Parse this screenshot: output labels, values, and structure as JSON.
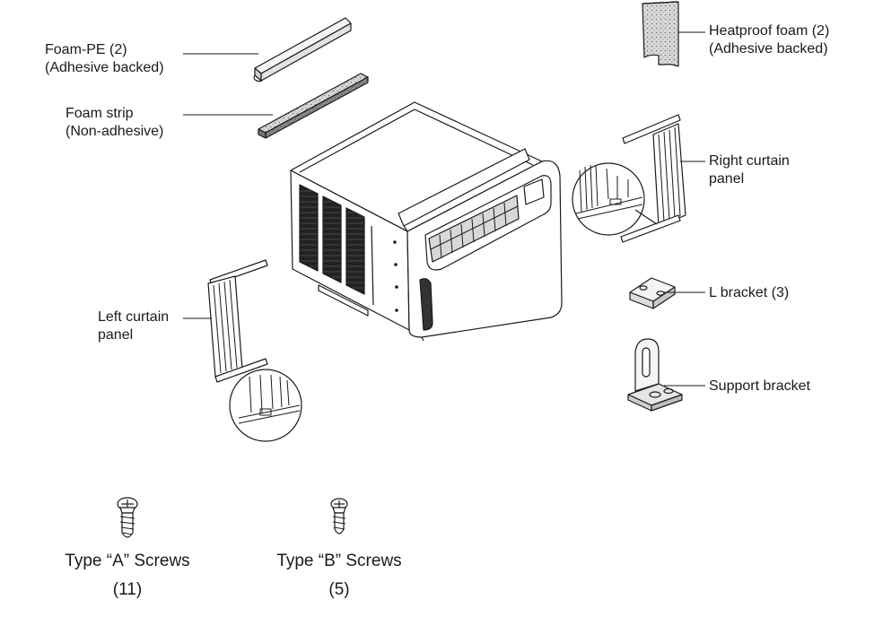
{
  "labels": {
    "foam_pe": [
      "Foam-PE (2)",
      "(Adhesive backed)"
    ],
    "foam_strip": [
      "Foam strip",
      "(Non-adhesive)"
    ],
    "heatproof_foam": [
      "Heatproof foam (2)",
      "(Adhesive backed)"
    ],
    "right_curtain": [
      "Right curtain",
      "panel"
    ],
    "left_curtain": [
      "Left curtain",
      "panel"
    ],
    "l_bracket": "L bracket (3)",
    "support_bracket": "Support bracket"
  },
  "screws": {
    "type_a": {
      "name": "Type “A” Screws",
      "count": "(11)"
    },
    "type_b": {
      "name": "Type “B” Screws",
      "count": "(5)"
    }
  },
  "icons": [
    "foam-pe-icon",
    "foam-strip-icon",
    "heatproof-foam-icon",
    "air-conditioner-unit-icon",
    "right-curtain-panel-icon",
    "left-curtain-panel-icon",
    "l-bracket-icon",
    "support-bracket-icon",
    "type-a-screw-icon",
    "type-b-screw-icon"
  ]
}
